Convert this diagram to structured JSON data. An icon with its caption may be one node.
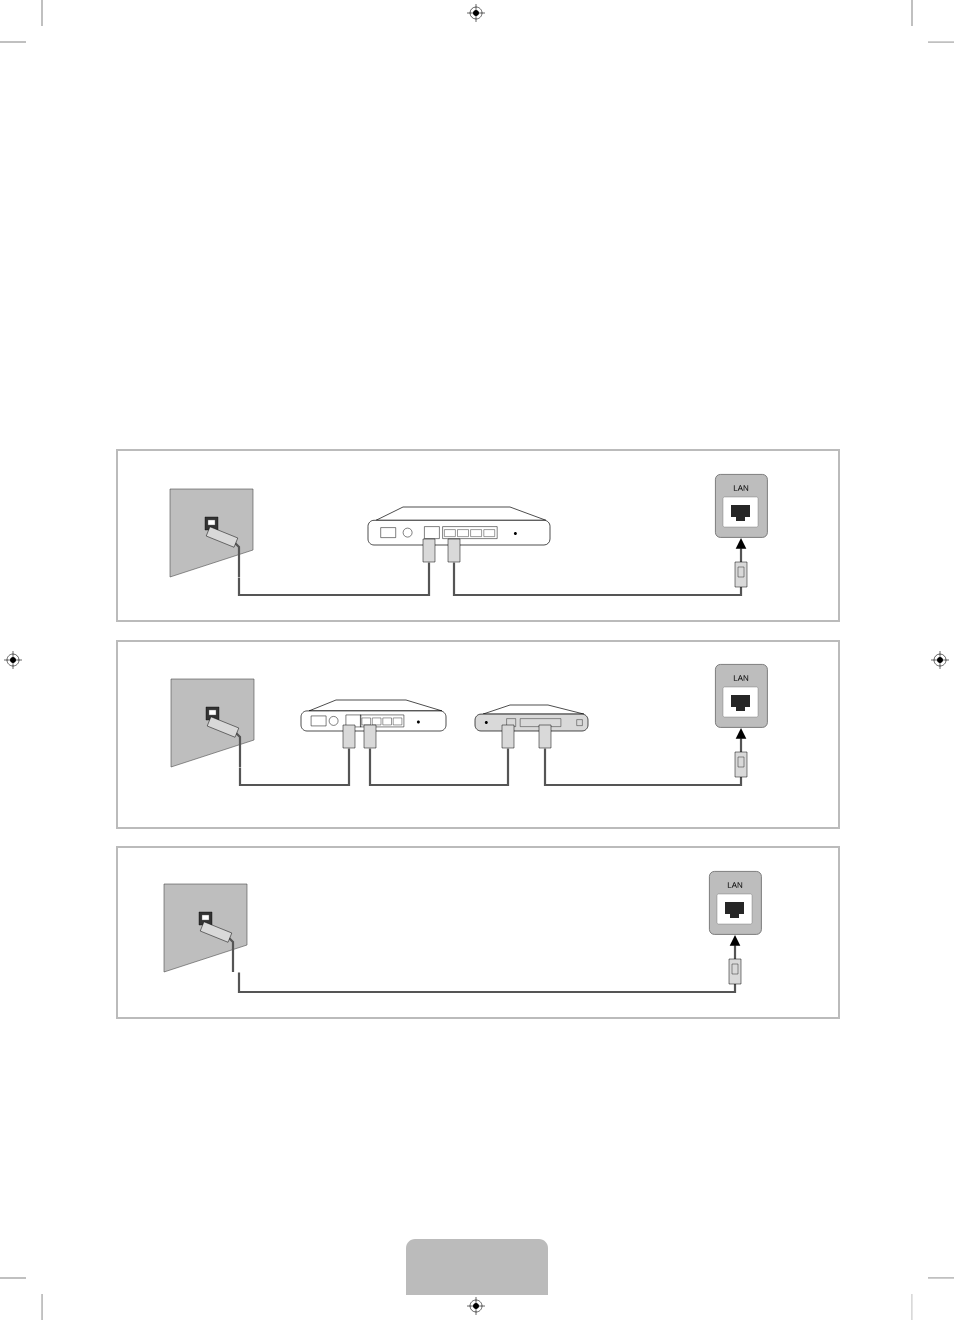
{
  "diagram": {
    "nodes": [
      {
        "text": [],
        "shape": "box"
      },
      {
        "text": [],
        "shape": "picture",
        "in": 0
      },
      {
        "text": [],
        "shape": "picture",
        "in": 0
      },
      {
        "text": [
          "LAN"
        ],
        "in": 0
      },
      {
        "text": [],
        "shape": "box"
      },
      {
        "text": [],
        "shape": "picture",
        "in": 4
      },
      {
        "text": [],
        "shape": "picture",
        "in": 4
      },
      {
        "text": [],
        "shape": "picture",
        "in": 4
      },
      {
        "text": [
          "LAN"
        ],
        "in": 4
      },
      {
        "text": [],
        "shape": "box"
      },
      {
        "text": [],
        "shape": "picture",
        "in": 9
      },
      {
        "text": [
          "LAN"
        ],
        "in": 9
      }
    ],
    "edges": [
      {
        "from": 1,
        "to": 2,
        "arrow": "none"
      },
      {
        "from": 2,
        "to": 3,
        "arrow": "to"
      },
      {
        "from": 5,
        "to": 6,
        "arrow": "none"
      },
      {
        "from": 6,
        "to": 7,
        "arrow": "none"
      },
      {
        "from": 7,
        "to": 8,
        "arrow": "to"
      },
      {
        "from": 10,
        "to": 11,
        "arrow": "to"
      }
    ]
  }
}
